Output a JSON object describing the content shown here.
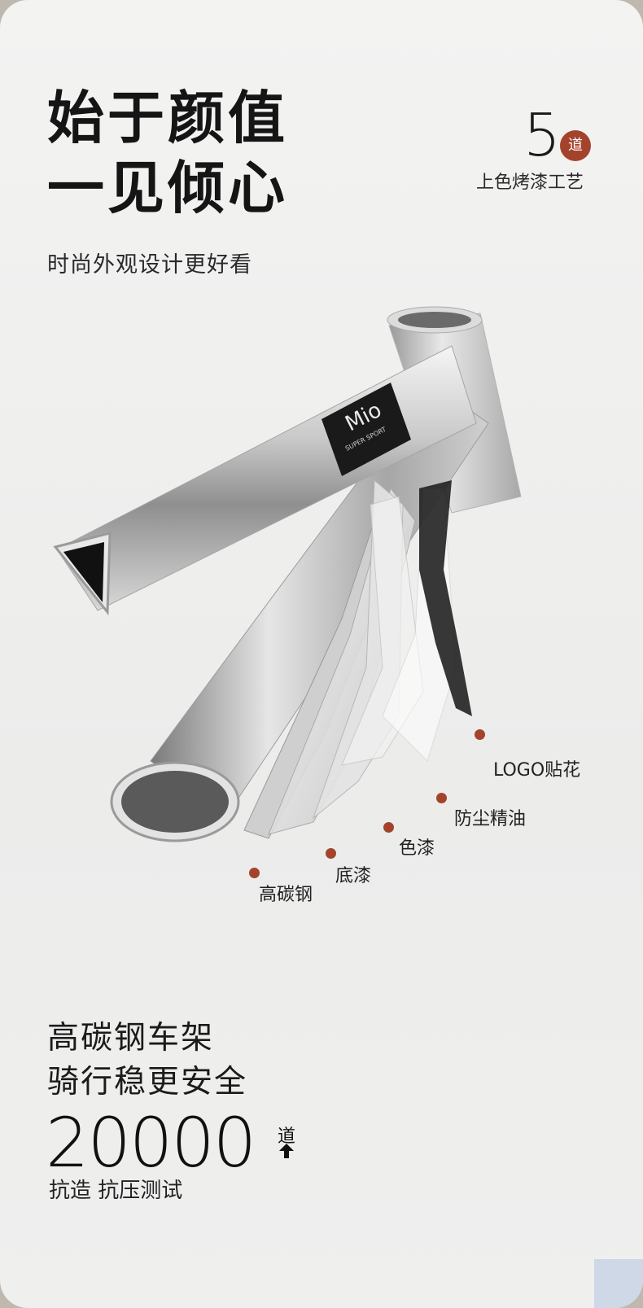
{
  "headline": {
    "line1": "始于颜值",
    "line2": "一见倾心"
  },
  "subheadline": "时尚外观设计更好看",
  "badge": {
    "number": "5",
    "unit": "道",
    "caption": "上色烤漆工艺"
  },
  "frame_brand": {
    "logo": "Mio",
    "sub": "SUPER SPORT"
  },
  "layers": [
    {
      "label": "LOGO贴花"
    },
    {
      "label": "防尘精油"
    },
    {
      "label": "色漆"
    },
    {
      "label": "底漆"
    },
    {
      "label": "高碳钢"
    }
  ],
  "bottom": {
    "line1": "高碳钢车架",
    "line2": "骑行稳更安全",
    "number": "20000",
    "unit": "道",
    "caption": "抗造 抗压测试"
  },
  "colors": {
    "accent": "#a4432b",
    "text": "#151515",
    "background": "#efefee"
  }
}
